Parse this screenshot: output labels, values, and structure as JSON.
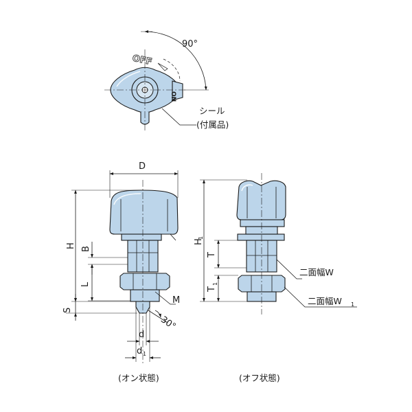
{
  "top_view": {
    "angle_label": "90°",
    "off_label": "OFF",
    "on_label": "ON",
    "seal_label_line1": "シール",
    "seal_label_line2": "(付属品)"
  },
  "dimensions": {
    "D": "D",
    "H": "H",
    "B": "B",
    "L": "L",
    "S": "S",
    "M": "M",
    "chamfer": "30°",
    "d": "d",
    "d1_main": "d",
    "d1_sub": "1",
    "H1_main": "H",
    "H1_sub": "1",
    "T": "T",
    "T1_main": "T",
    "T1_sub": "1",
    "W_label": "二面幅W",
    "W1_label_main": "二面幅W",
    "W1_label_sub": "1"
  },
  "captions": {
    "on_state": "(オン状態)",
    "off_state": "(オフ状態)"
  },
  "colors": {
    "part_fill": "#bcd5ea",
    "outline": "#1a1a1a"
  }
}
